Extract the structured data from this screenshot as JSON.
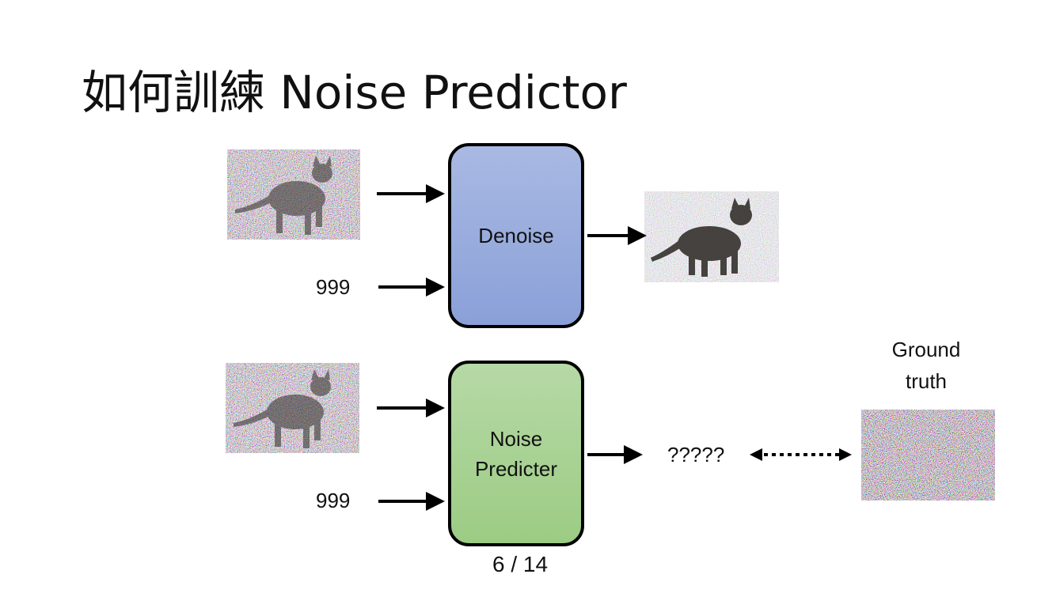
{
  "slide": {
    "title": "如何訓練 Noise Predictor",
    "page_number": "6 / 14"
  },
  "denoise_row": {
    "module_label": "Denoise",
    "step_input": "999",
    "input_image": "noisy-cat-image",
    "output_image": "less-noisy-cat-image"
  },
  "predictor_row": {
    "module_label_line1": "Noise",
    "module_label_line2": "Predicter",
    "step_input": "999",
    "input_image": "noisy-cat-image",
    "output_text": "?????",
    "ground_truth_line1": "Ground",
    "ground_truth_line2": "truth",
    "ground_truth_image": "pure-noise-image"
  }
}
